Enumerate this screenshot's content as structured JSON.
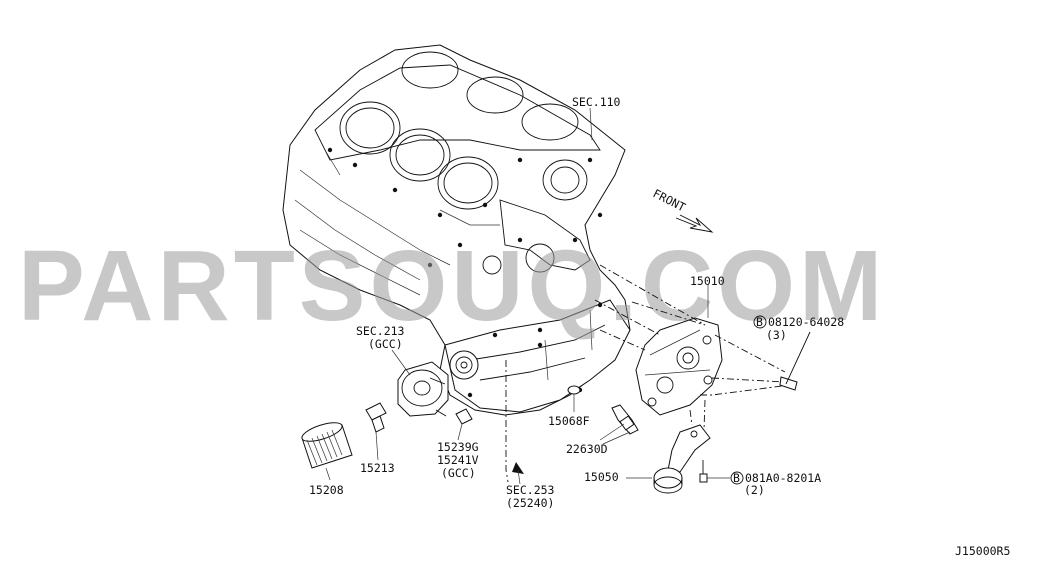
{
  "watermark": "PARTSOUQ.COM",
  "figure_code": "J15000R5",
  "front_label": "FRONT",
  "labels": {
    "sec110": "SEC.110",
    "p15010": "15010",
    "bolt_b": "08120-64028",
    "bolt_b_qty": "(3)",
    "sec213": "SEC.213",
    "sec213_sub": "(GCC)",
    "p15068f": "15068F",
    "p22630d": "22630D",
    "p15050": "15050",
    "bolt_b2": "081A0-8201A",
    "bolt_b2_qty": "(2)",
    "p15213": "15213",
    "p15208": "15208",
    "p15239g": "15239G",
    "p15241v": "15241V",
    "p15239_sub": "(GCC)",
    "sec253": "SEC.253",
    "sec253_sub": "(25240)",
    "circle_b": "B"
  },
  "colors": {
    "line": "#111111",
    "watermark": "#9a9a9a",
    "background": "#ffffff"
  }
}
